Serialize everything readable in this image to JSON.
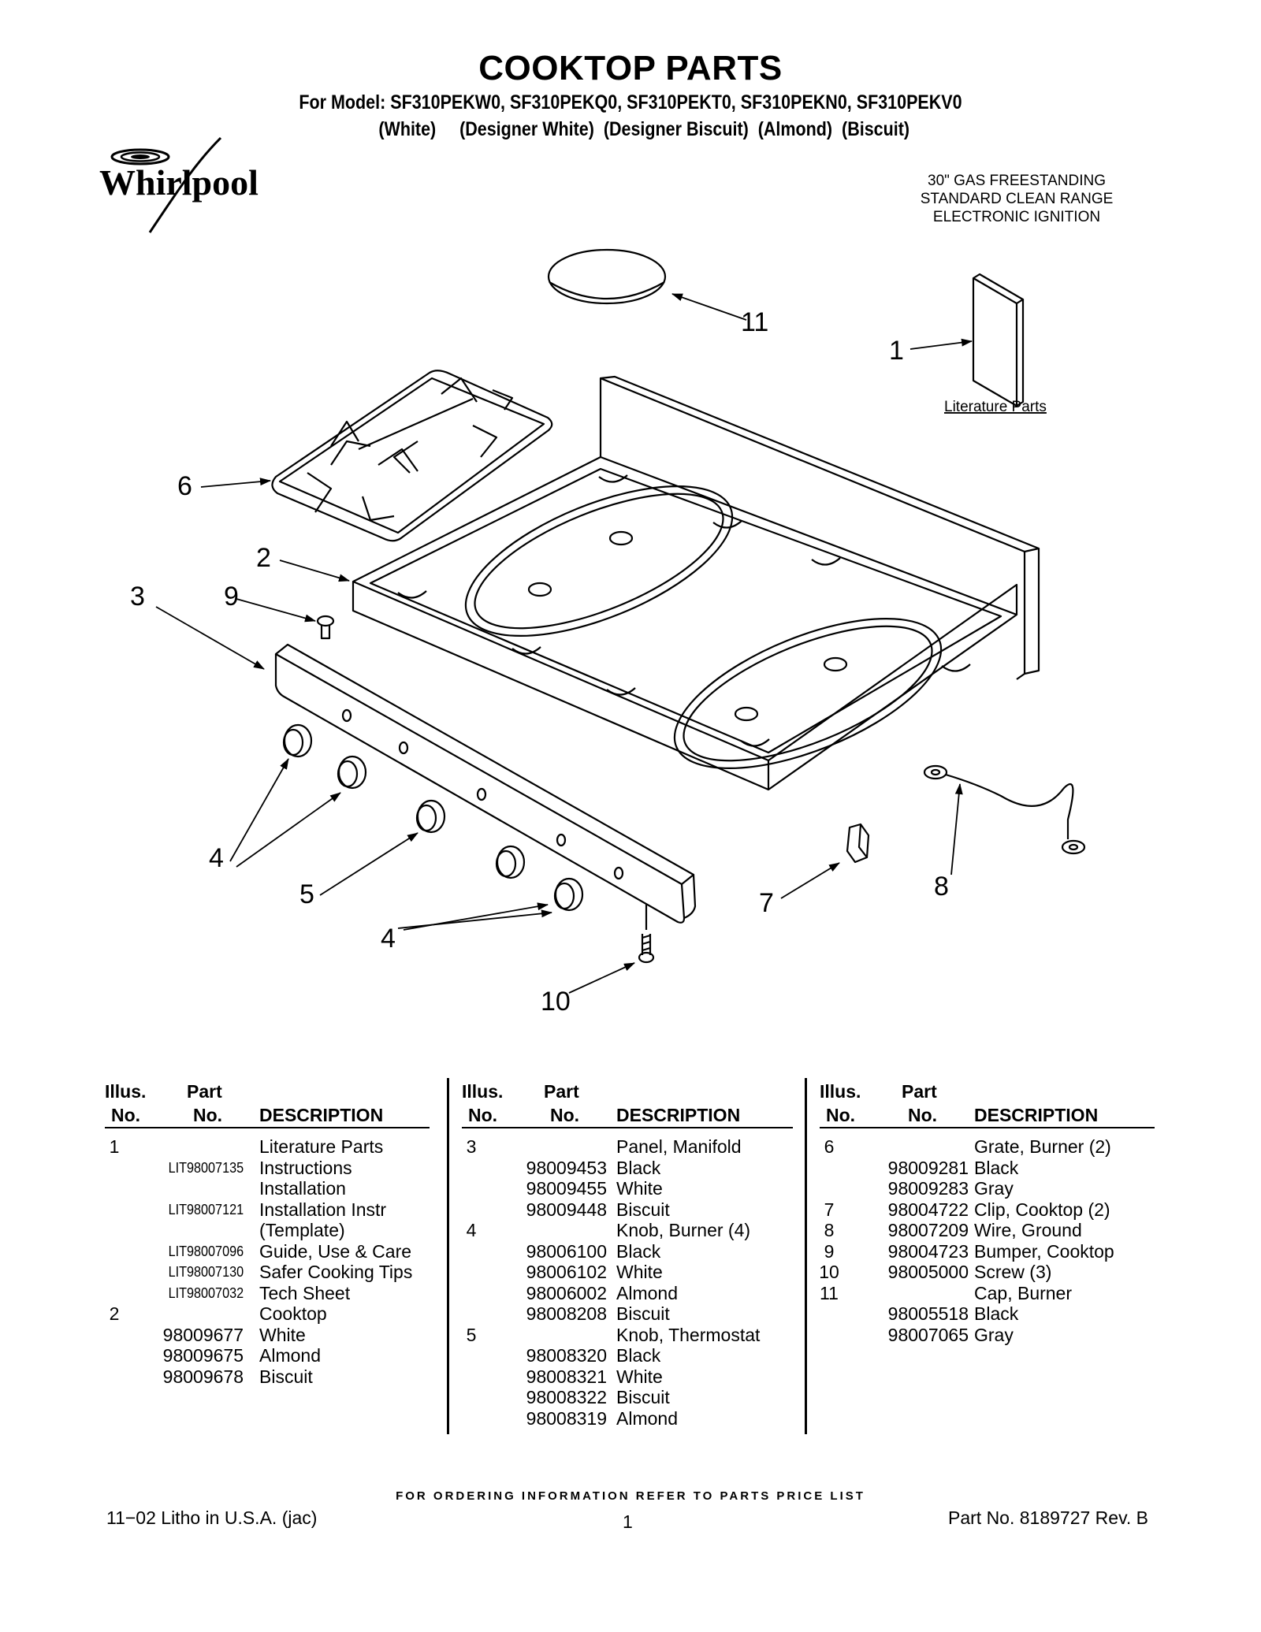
{
  "header": {
    "title": "COOKTOP PARTS",
    "models": "For Model: SF310PEKW0, SF310PEKQ0, SF310PEKT0, SF310PEKN0, SF310PEKV0",
    "colors": "(White)     (Designer White)  (Designer Biscuit)  (Almond)  (Biscuit)",
    "brand": "Whirlpool",
    "spec_lines": [
      "30\" GAS FREESTANDING",
      "STANDARD CLEAN RANGE",
      "ELECTRONIC IGNITION"
    ]
  },
  "diagram": {
    "callouts": [
      "1",
      "2",
      "3",
      "4",
      "4",
      "5",
      "6",
      "7",
      "8",
      "9",
      "10",
      "11"
    ],
    "literature_label": "Literature Parts"
  },
  "table": {
    "headers": {
      "illus_1": "Illus.",
      "illus_2": "No.",
      "part_1": "Part",
      "part_2": "No.",
      "description": "DESCRIPTION"
    },
    "columns": [
      [
        {
          "illus": "1",
          "part": "",
          "desc": "Literature Parts"
        },
        {
          "illus": "",
          "part": "LIT98007135",
          "desc": "Instructions"
        },
        {
          "illus": "",
          "part": "",
          "desc": "Installation"
        },
        {
          "illus": "",
          "part": "LIT98007121",
          "desc": "Installation Instr"
        },
        {
          "illus": "",
          "part": "",
          "desc": "(Template)"
        },
        {
          "illus": "",
          "part": "LIT98007096",
          "desc": "Guide, Use & Care"
        },
        {
          "illus": "",
          "part": "LIT98007130",
          "desc": "Safer Cooking Tips"
        },
        {
          "illus": "",
          "part": "LIT98007032",
          "desc": "Tech Sheet"
        },
        {
          "illus": "2",
          "part": "",
          "desc": "Cooktop"
        },
        {
          "illus": "",
          "part": "98009677",
          "desc": "White"
        },
        {
          "illus": "",
          "part": "98009675",
          "desc": "Almond"
        },
        {
          "illus": "",
          "part": "98009678",
          "desc": "Biscuit"
        }
      ],
      [
        {
          "illus": "3",
          "part": "",
          "desc": "Panel, Manifold"
        },
        {
          "illus": "",
          "part": "98009453",
          "desc": "Black"
        },
        {
          "illus": "",
          "part": "98009455",
          "desc": "White"
        },
        {
          "illus": "",
          "part": "98009448",
          "desc": "Biscuit"
        },
        {
          "illus": "4",
          "part": "",
          "desc": "Knob, Burner (4)"
        },
        {
          "illus": "",
          "part": "98006100",
          "desc": "Black"
        },
        {
          "illus": "",
          "part": "98006102",
          "desc": "White"
        },
        {
          "illus": "",
          "part": "98006002",
          "desc": "Almond"
        },
        {
          "illus": "",
          "part": "98008208",
          "desc": "Biscuit"
        },
        {
          "illus": "5",
          "part": "",
          "desc": "Knob, Thermostat"
        },
        {
          "illus": "",
          "part": "98008320",
          "desc": "Black"
        },
        {
          "illus": "",
          "part": "98008321",
          "desc": "White"
        },
        {
          "illus": "",
          "part": "98008322",
          "desc": "Biscuit"
        },
        {
          "illus": "",
          "part": "98008319",
          "desc": "Almond"
        }
      ],
      [
        {
          "illus": "6",
          "part": "",
          "desc": "Grate, Burner (2)"
        },
        {
          "illus": "",
          "part": "98009281",
          "desc": "Black"
        },
        {
          "illus": "",
          "part": "98009283",
          "desc": "Gray"
        },
        {
          "illus": "7",
          "part": "98004722",
          "desc": "Clip, Cooktop (2)"
        },
        {
          "illus": "8",
          "part": "98007209",
          "desc": "Wire, Ground"
        },
        {
          "illus": "9",
          "part": "98004723",
          "desc": "Bumper, Cooktop"
        },
        {
          "illus": "10",
          "part": "98005000",
          "desc": "Screw (3)"
        },
        {
          "illus": "11",
          "part": "",
          "desc": "Cap, Burner"
        },
        {
          "illus": "",
          "part": "98005518",
          "desc": "Black"
        },
        {
          "illus": "",
          "part": "98007065",
          "desc": "Gray"
        }
      ]
    ]
  },
  "footer": {
    "ordering": "FOR ORDERING INFORMATION REFER TO PARTS PRICE LIST",
    "litho": "11−02 Litho in U.S.A. (jac)",
    "page": "1",
    "part_no": "Part No. 8189727 Rev. B"
  }
}
